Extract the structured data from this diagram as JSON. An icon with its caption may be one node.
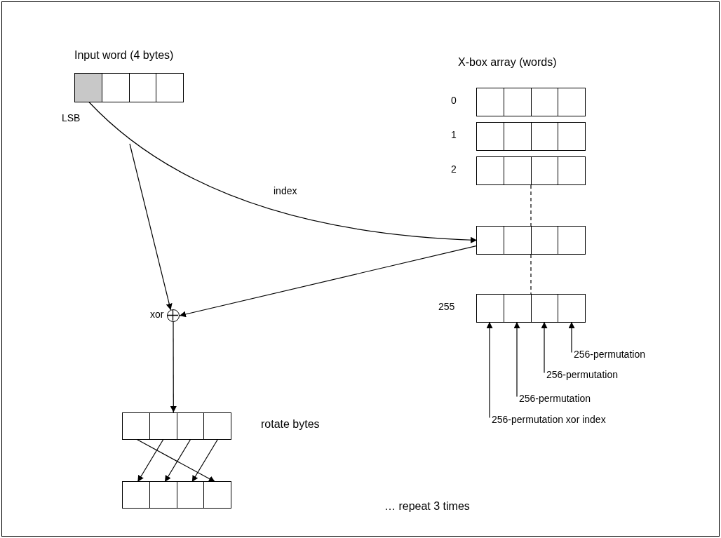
{
  "diagram": {
    "nodes": [
      {
        "text": [],
        "shape": "box"
      },
      {
        "text": [],
        "shape": "box",
        "in": 0,
        "beside": [
          "LSB"
        ]
      },
      {
        "text": [],
        "shape": "box",
        "in": 0
      },
      {
        "text": [],
        "shape": "box",
        "in": 0
      },
      {
        "text": [],
        "shape": "box",
        "in": 0
      },
      {
        "text": [],
        "shape": "box",
        "beside": [
          "0"
        ]
      },
      {
        "text": [],
        "shape": "box",
        "in": 5
      },
      {
        "text": [],
        "shape": "box",
        "in": 5
      },
      {
        "text": [],
        "shape": "box",
        "in": 5
      },
      {
        "text": [],
        "shape": "box",
        "in": 5
      },
      {
        "text": [],
        "shape": "box",
        "beside": [
          "1"
        ]
      },
      {
        "text": [],
        "shape": "box",
        "in": 10
      },
      {
        "text": [],
        "shape": "box",
        "in": 10
      },
      {
        "text": [],
        "shape": "box",
        "in": 10
      },
      {
        "text": [],
        "shape": "box",
        "in": 10
      },
      {
        "text": [],
        "shape": "box",
        "beside": [
          "2"
        ]
      },
      {
        "text": [],
        "shape": "box",
        "in": 15
      },
      {
        "text": [],
        "shape": "box",
        "in": 15
      },
      {
        "text": [],
        "shape": "box",
        "in": 15
      },
      {
        "text": [],
        "shape": "box",
        "in": 15
      },
      {
        "text": [],
        "shape": "box"
      },
      {
        "text": [],
        "shape": "box",
        "in": 20
      },
      {
        "text": [],
        "shape": "box",
        "in": 20
      },
      {
        "text": [],
        "shape": "box",
        "in": 20
      },
      {
        "text": [],
        "shape": "box",
        "in": 20
      },
      {
        "text": [],
        "shape": "box",
        "beside": [
          "255"
        ]
      },
      {
        "text": [],
        "shape": "box",
        "in": 25
      },
      {
        "text": [],
        "shape": "box",
        "in": 25
      },
      {
        "text": [],
        "shape": "box",
        "in": 25
      },
      {
        "text": [],
        "shape": "box",
        "in": 25
      },
      {
        "text": [],
        "shape": "circle",
        "beside": [
          "xor"
        ]
      },
      {
        "text": [],
        "shape": "box"
      },
      {
        "text": [],
        "shape": "box",
        "in": 31
      },
      {
        "text": [],
        "shape": "box",
        "in": 31
      },
      {
        "text": [],
        "shape": "box",
        "in": 31
      },
      {
        "text": [],
        "shape": "box",
        "in": 31
      },
      {
        "text": [],
        "shape": "box"
      },
      {
        "text": [],
        "shape": "box",
        "in": 36
      },
      {
        "text": [],
        "shape": "box",
        "in": 36
      },
      {
        "text": [],
        "shape": "box",
        "in": 36
      },
      {
        "text": [],
        "shape": "box",
        "in": 36
      },
      {
        "text": [
          "256-permutation"
        ]
      },
      {
        "text": [
          "256-permutation"
        ]
      },
      {
        "text": [
          "256-permutation"
        ]
      },
      {
        "text": [
          "256-permutation xor index"
        ]
      }
    ],
    "edges": [
      {
        "from": 1,
        "to": 21,
        "arrow": "to",
        "label": "index"
      },
      {
        "from": 21,
        "to": 30,
        "arrow": "to"
      },
      {
        "from": null,
        "to": 30,
        "arrow": "to"
      },
      {
        "from": 30,
        "to": 31,
        "arrow": "to"
      },
      {
        "from": 32,
        "to": 40,
        "arrow": "to"
      },
      {
        "from": 33,
        "to": 37,
        "arrow": "to"
      },
      {
        "from": 34,
        "to": 38,
        "arrow": "to"
      },
      {
        "from": 35,
        "to": 39,
        "arrow": "to"
      },
      {
        "from": 41,
        "to": 29,
        "arrow": "to"
      },
      {
        "from": 42,
        "to": 28,
        "arrow": "to"
      },
      {
        "from": 43,
        "to": 27,
        "arrow": "to"
      },
      {
        "from": 44,
        "to": 26,
        "arrow": "to"
      },
      {
        "from": 15,
        "to": 20,
        "arrow": "none",
        "style": "dashed"
      },
      {
        "from": 20,
        "to": 25,
        "arrow": "none",
        "style": "dashed"
      }
    ],
    "labels": [
      "Input word (4 bytes)",
      "X-box array (words)",
      "rotate bytes",
      "… repeat 3 times"
    ]
  }
}
